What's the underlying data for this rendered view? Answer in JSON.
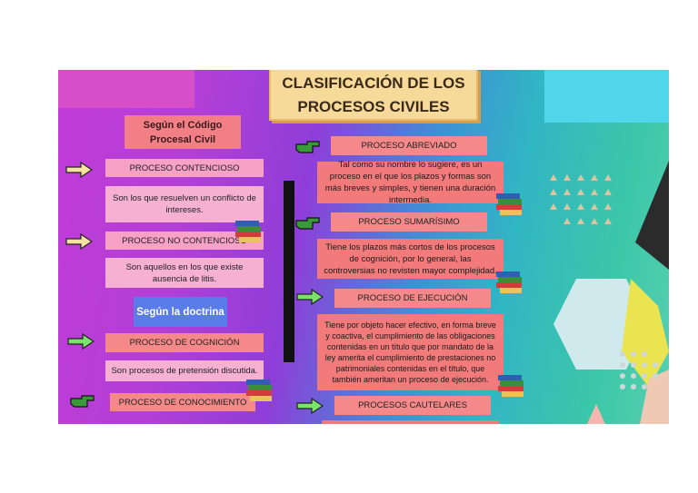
{
  "title": {
    "line1": "CLASIFICACIÓN DE LOS",
    "line2": "PROCESOS CIVILES"
  },
  "left": {
    "section1": "Según el Código Procesal Civil",
    "items": [
      {
        "label": "PROCESO CONTENCIOSO",
        "desc": "Son los que resuelven un conflicto de intereses."
      },
      {
        "label": "PROCESO NO CONTENCIOSO",
        "desc": "Son aquellos en los que existe ausencia de litis."
      }
    ],
    "section2": "Según la doctrina",
    "items2": [
      {
        "label": "PROCESO DE COGNICIÓN",
        "desc": "Son procesos de pretensión discutida."
      },
      {
        "label": "PROCESO DE CONOCIMIENTO"
      }
    ]
  },
  "right": {
    "items": [
      {
        "label": "PROCESO ABREVIADO",
        "desc": "Tal como su nombre lo sugiere, es un proceso en el que los plazos y formas son más breves y simples, y tienen una duración intermedia."
      },
      {
        "label": "PROCESO SUMARÍSIMO",
        "desc": "Tiene los plazos más cortos de los procesos de cognición, por lo general, las controversias no revisten mayor complejidad."
      },
      {
        "label": "PROCESO DE EJECUCIÓN",
        "desc": "Tiene por objeto hacer efectivo, en forma breve y coactiva, el cumplimiento de las obligaciones contenidas en un título que por mandato de la ley amerita el cumplimiento de prestaciones no patrimoniales contenidas en el título, que también ameritan un proceso de ejecución."
      },
      {
        "label": "PROCESOS CAUTELARES"
      }
    ]
  },
  "icons": {
    "arrow_right": "arrow-right-icon",
    "pointing_hand": "pointing-hand-icon",
    "books": "books-icon"
  },
  "colors": {
    "title_bg": "#f7d99a",
    "label_pink": "#f8a1c7",
    "label_coral": "#f5898a",
    "doctrina_blue": "#5a7bea"
  }
}
